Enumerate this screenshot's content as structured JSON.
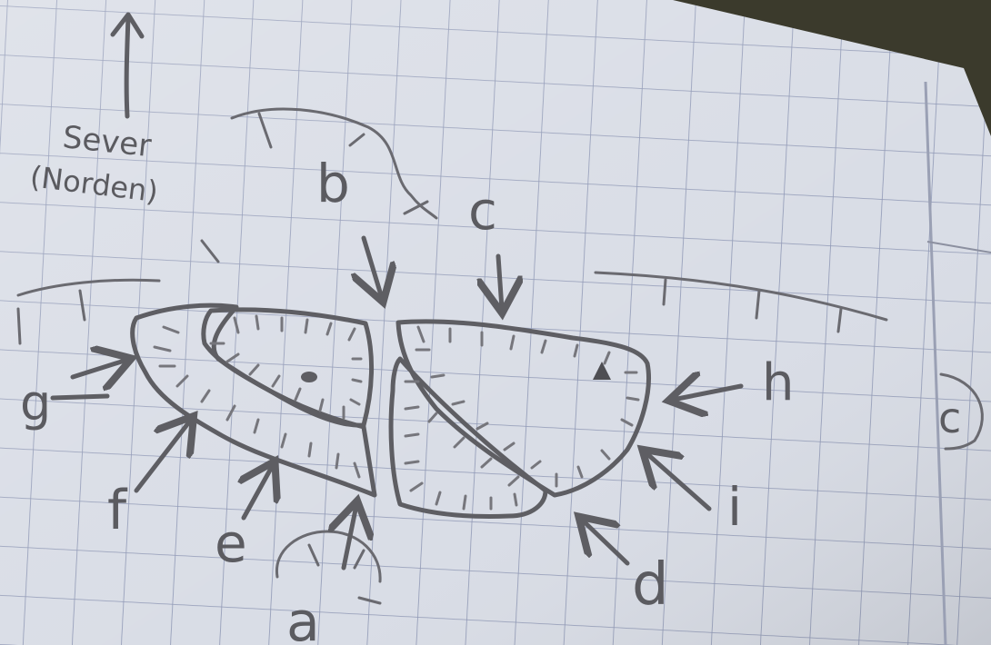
{
  "colors": {
    "paper": "#d9dde6",
    "grid": "#8f98b5",
    "pencil": "#5e5e63",
    "background": "#3b3a2c"
  },
  "north_label": {
    "line1": "Sever",
    "line2": "(Norden)"
  },
  "labels": {
    "a": "a",
    "b": "b",
    "c": "c",
    "d": "d",
    "e": "e",
    "f": "f",
    "g": "g",
    "h": "h",
    "i": "i",
    "right_margin": "c"
  }
}
